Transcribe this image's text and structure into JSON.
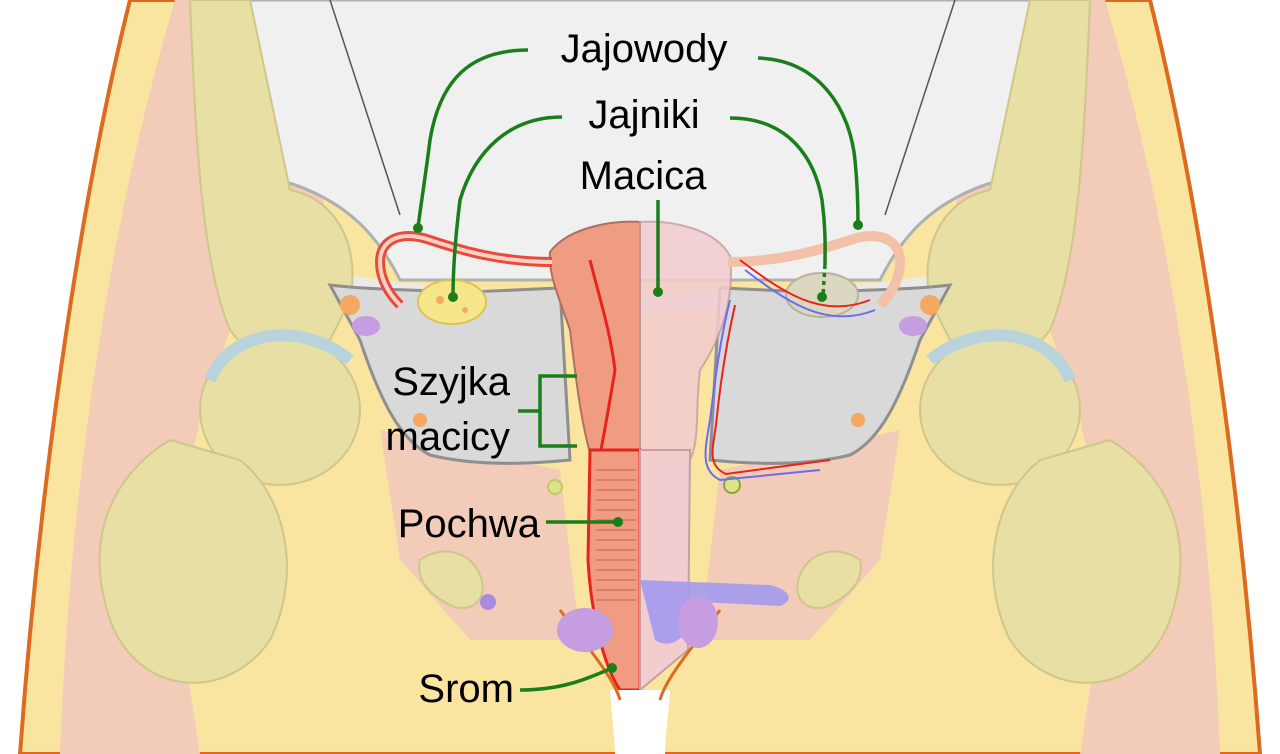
{
  "diagram": {
    "labels": {
      "fallopian_tubes": "Jajowody",
      "ovaries": "Jajniki",
      "uterus": "Macica",
      "cervix_line1": "Szyjka",
      "cervix_line2": "macicy",
      "vagina": "Pochwa",
      "vulva": "Srom"
    }
  },
  "colors": {
    "background": "#ffffff",
    "skin": "#fae5a0",
    "outline": "#dd6b1f",
    "muscle": "#f3ccb9",
    "bone": "#e7dfa4",
    "cartilage": "#b9d3dc",
    "pelvic_cavity": "#d9d9d9",
    "uterus": "#ef9c82",
    "vagina_red": "#e8231f",
    "fallopian_tube": "#e84b3c",
    "ovary": "#f6e68a",
    "leader_line": "#1a7f1a",
    "vessels_blue": "#6b6cf0",
    "bladder_purple": "#c59de0"
  }
}
